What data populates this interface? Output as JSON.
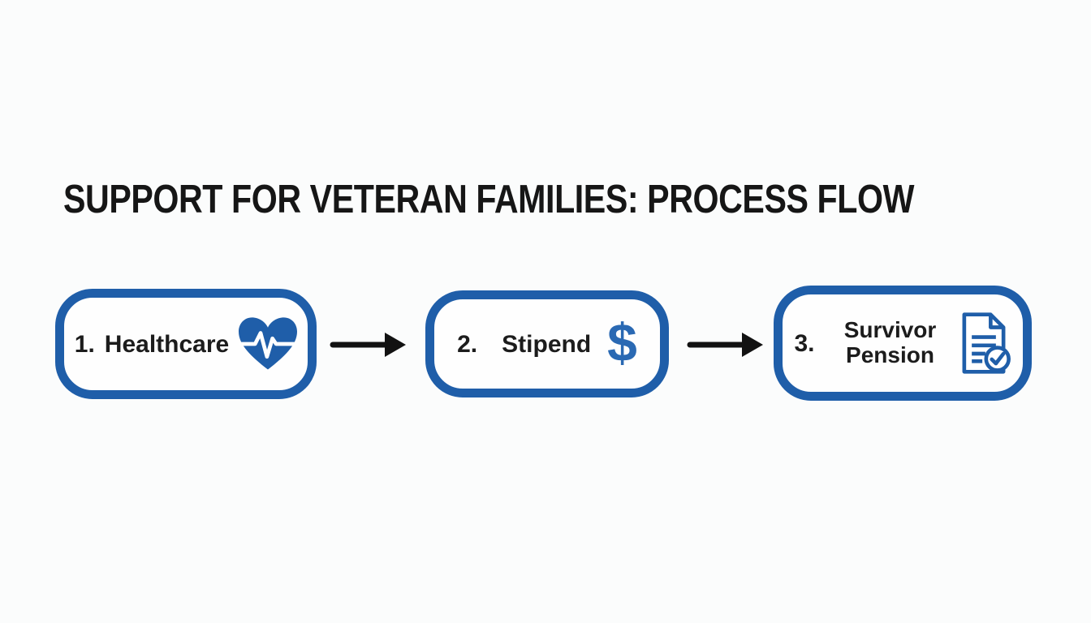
{
  "title": "SUPPORT FOR VETERAN FAMILIES: PROCESS FLOW",
  "steps": [
    {
      "number": "1.",
      "label": "Healthcare",
      "icon": "heart-pulse-icon"
    },
    {
      "number": "2.",
      "label": "Stipend",
      "icon": "dollar-icon",
      "glyph": "$"
    },
    {
      "number": "3.",
      "label": "Survivor Pension",
      "icon": "document-check-icon"
    }
  ],
  "connectors": [
    {
      "from": "Healthcare",
      "to": "Stipend",
      "type": "arrow-right"
    },
    {
      "from": "Stipend",
      "to": "Survivor Pension",
      "type": "arrow-right"
    }
  ],
  "colors": {
    "accent_blue": "#1f5ea9",
    "dollar_blue": "#2a69b3",
    "text_black": "#1c1c1c",
    "arrow_black": "#121212",
    "background": "#fbfcfc",
    "box_fill": "#fefefe"
  }
}
